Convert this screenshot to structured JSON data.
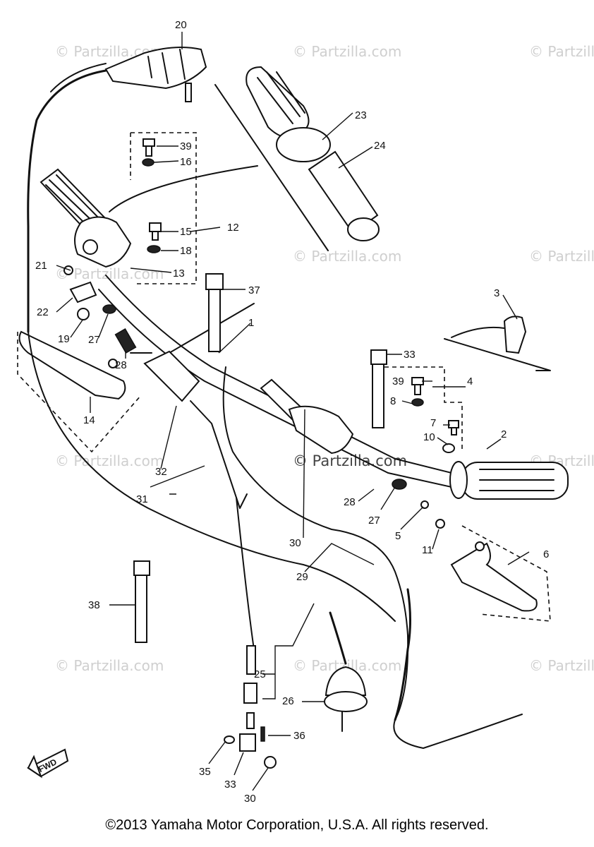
{
  "copyright": "©2013  Yamaha Motor Corporation, U.S.A. All rights reserved.",
  "watermark": "© Partzilla.com",
  "fwd_label": "FWD",
  "parts": [
    {
      "id": "20",
      "text": "20"
    },
    {
      "id": "39a",
      "text": "39"
    },
    {
      "id": "16",
      "text": "16"
    },
    {
      "id": "15",
      "text": "15"
    },
    {
      "id": "12",
      "text": "12"
    },
    {
      "id": "18",
      "text": "18"
    },
    {
      "id": "13",
      "text": "13"
    },
    {
      "id": "21",
      "text": "21"
    },
    {
      "id": "22",
      "text": "22"
    },
    {
      "id": "19",
      "text": "19"
    },
    {
      "id": "27a",
      "text": "27"
    },
    {
      "id": "28a",
      "text": "28"
    },
    {
      "id": "14",
      "text": "14"
    },
    {
      "id": "37",
      "text": "37"
    },
    {
      "id": "1",
      "text": "1"
    },
    {
      "id": "23",
      "text": "23"
    },
    {
      "id": "24",
      "text": "24"
    },
    {
      "id": "3",
      "text": "3"
    },
    {
      "id": "33a",
      "text": "33"
    },
    {
      "id": "39b",
      "text": "39"
    },
    {
      "id": "4",
      "text": "4"
    },
    {
      "id": "8",
      "text": "8"
    },
    {
      "id": "7",
      "text": "7"
    },
    {
      "id": "10",
      "text": "10"
    },
    {
      "id": "2",
      "text": "2"
    },
    {
      "id": "28b",
      "text": "28"
    },
    {
      "id": "27b",
      "text": "27"
    },
    {
      "id": "5",
      "text": "5"
    },
    {
      "id": "11",
      "text": "11"
    },
    {
      "id": "6",
      "text": "6"
    },
    {
      "id": "32",
      "text": "32"
    },
    {
      "id": "31",
      "text": "31"
    },
    {
      "id": "30a",
      "text": "30"
    },
    {
      "id": "29",
      "text": "29"
    },
    {
      "id": "38",
      "text": "38"
    },
    {
      "id": "25",
      "text": "25"
    },
    {
      "id": "26",
      "text": "26"
    },
    {
      "id": "36",
      "text": "36"
    },
    {
      "id": "35",
      "text": "35"
    },
    {
      "id": "33b",
      "text": "33"
    },
    {
      "id": "30b",
      "text": "30"
    }
  ]
}
